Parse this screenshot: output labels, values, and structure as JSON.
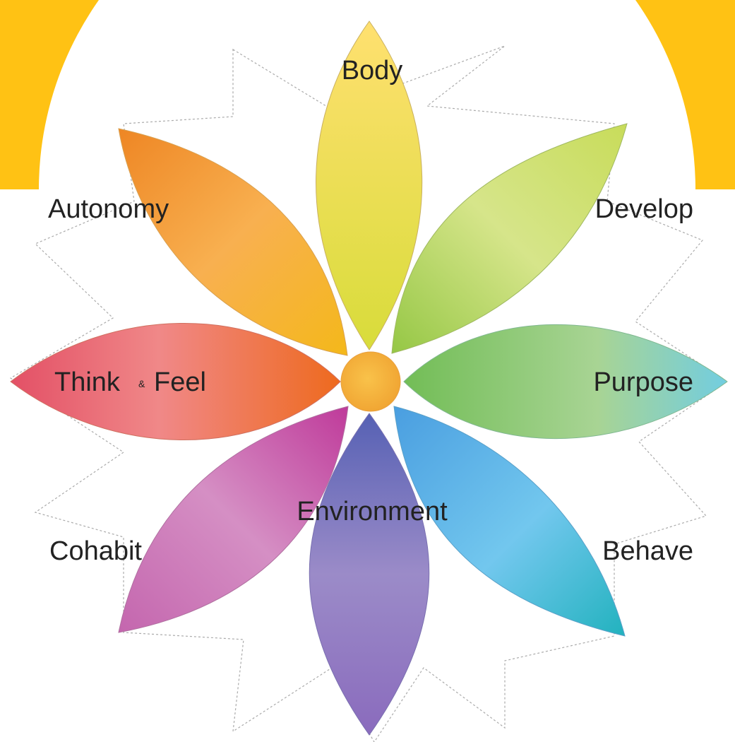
{
  "diagram": {
    "labels": {
      "body": "Body",
      "develop": "Develop",
      "purpose": "Purpose",
      "behave": "Behave",
      "environment": "Environment",
      "cohabit": "Cohabit",
      "think": "Think",
      "amp": "&",
      "feel": "Feel",
      "autonomy": "Autonomy"
    },
    "colors": {
      "banner": "#ffc214",
      "guide": "#aaaaaa",
      "center": "#f4b13b",
      "body": [
        "#ffe070",
        "#d8dc3a"
      ],
      "develop": [
        "#d2e07a",
        "#9ac84a"
      ],
      "purpose": [
        "#7cc35c",
        "#7fd1d8"
      ],
      "behave": [
        "#5aaee2",
        "#28b8c4"
      ],
      "environment": [
        "#6a6ab8",
        "#9a82c6"
      ],
      "cohabit": [
        "#c13c9a",
        "#d987c2"
      ],
      "think_feel": [
        "#e4586a",
        "#ee6a22"
      ],
      "autonomy": [
        "#f08c2a",
        "#f6b030"
      ]
    }
  }
}
